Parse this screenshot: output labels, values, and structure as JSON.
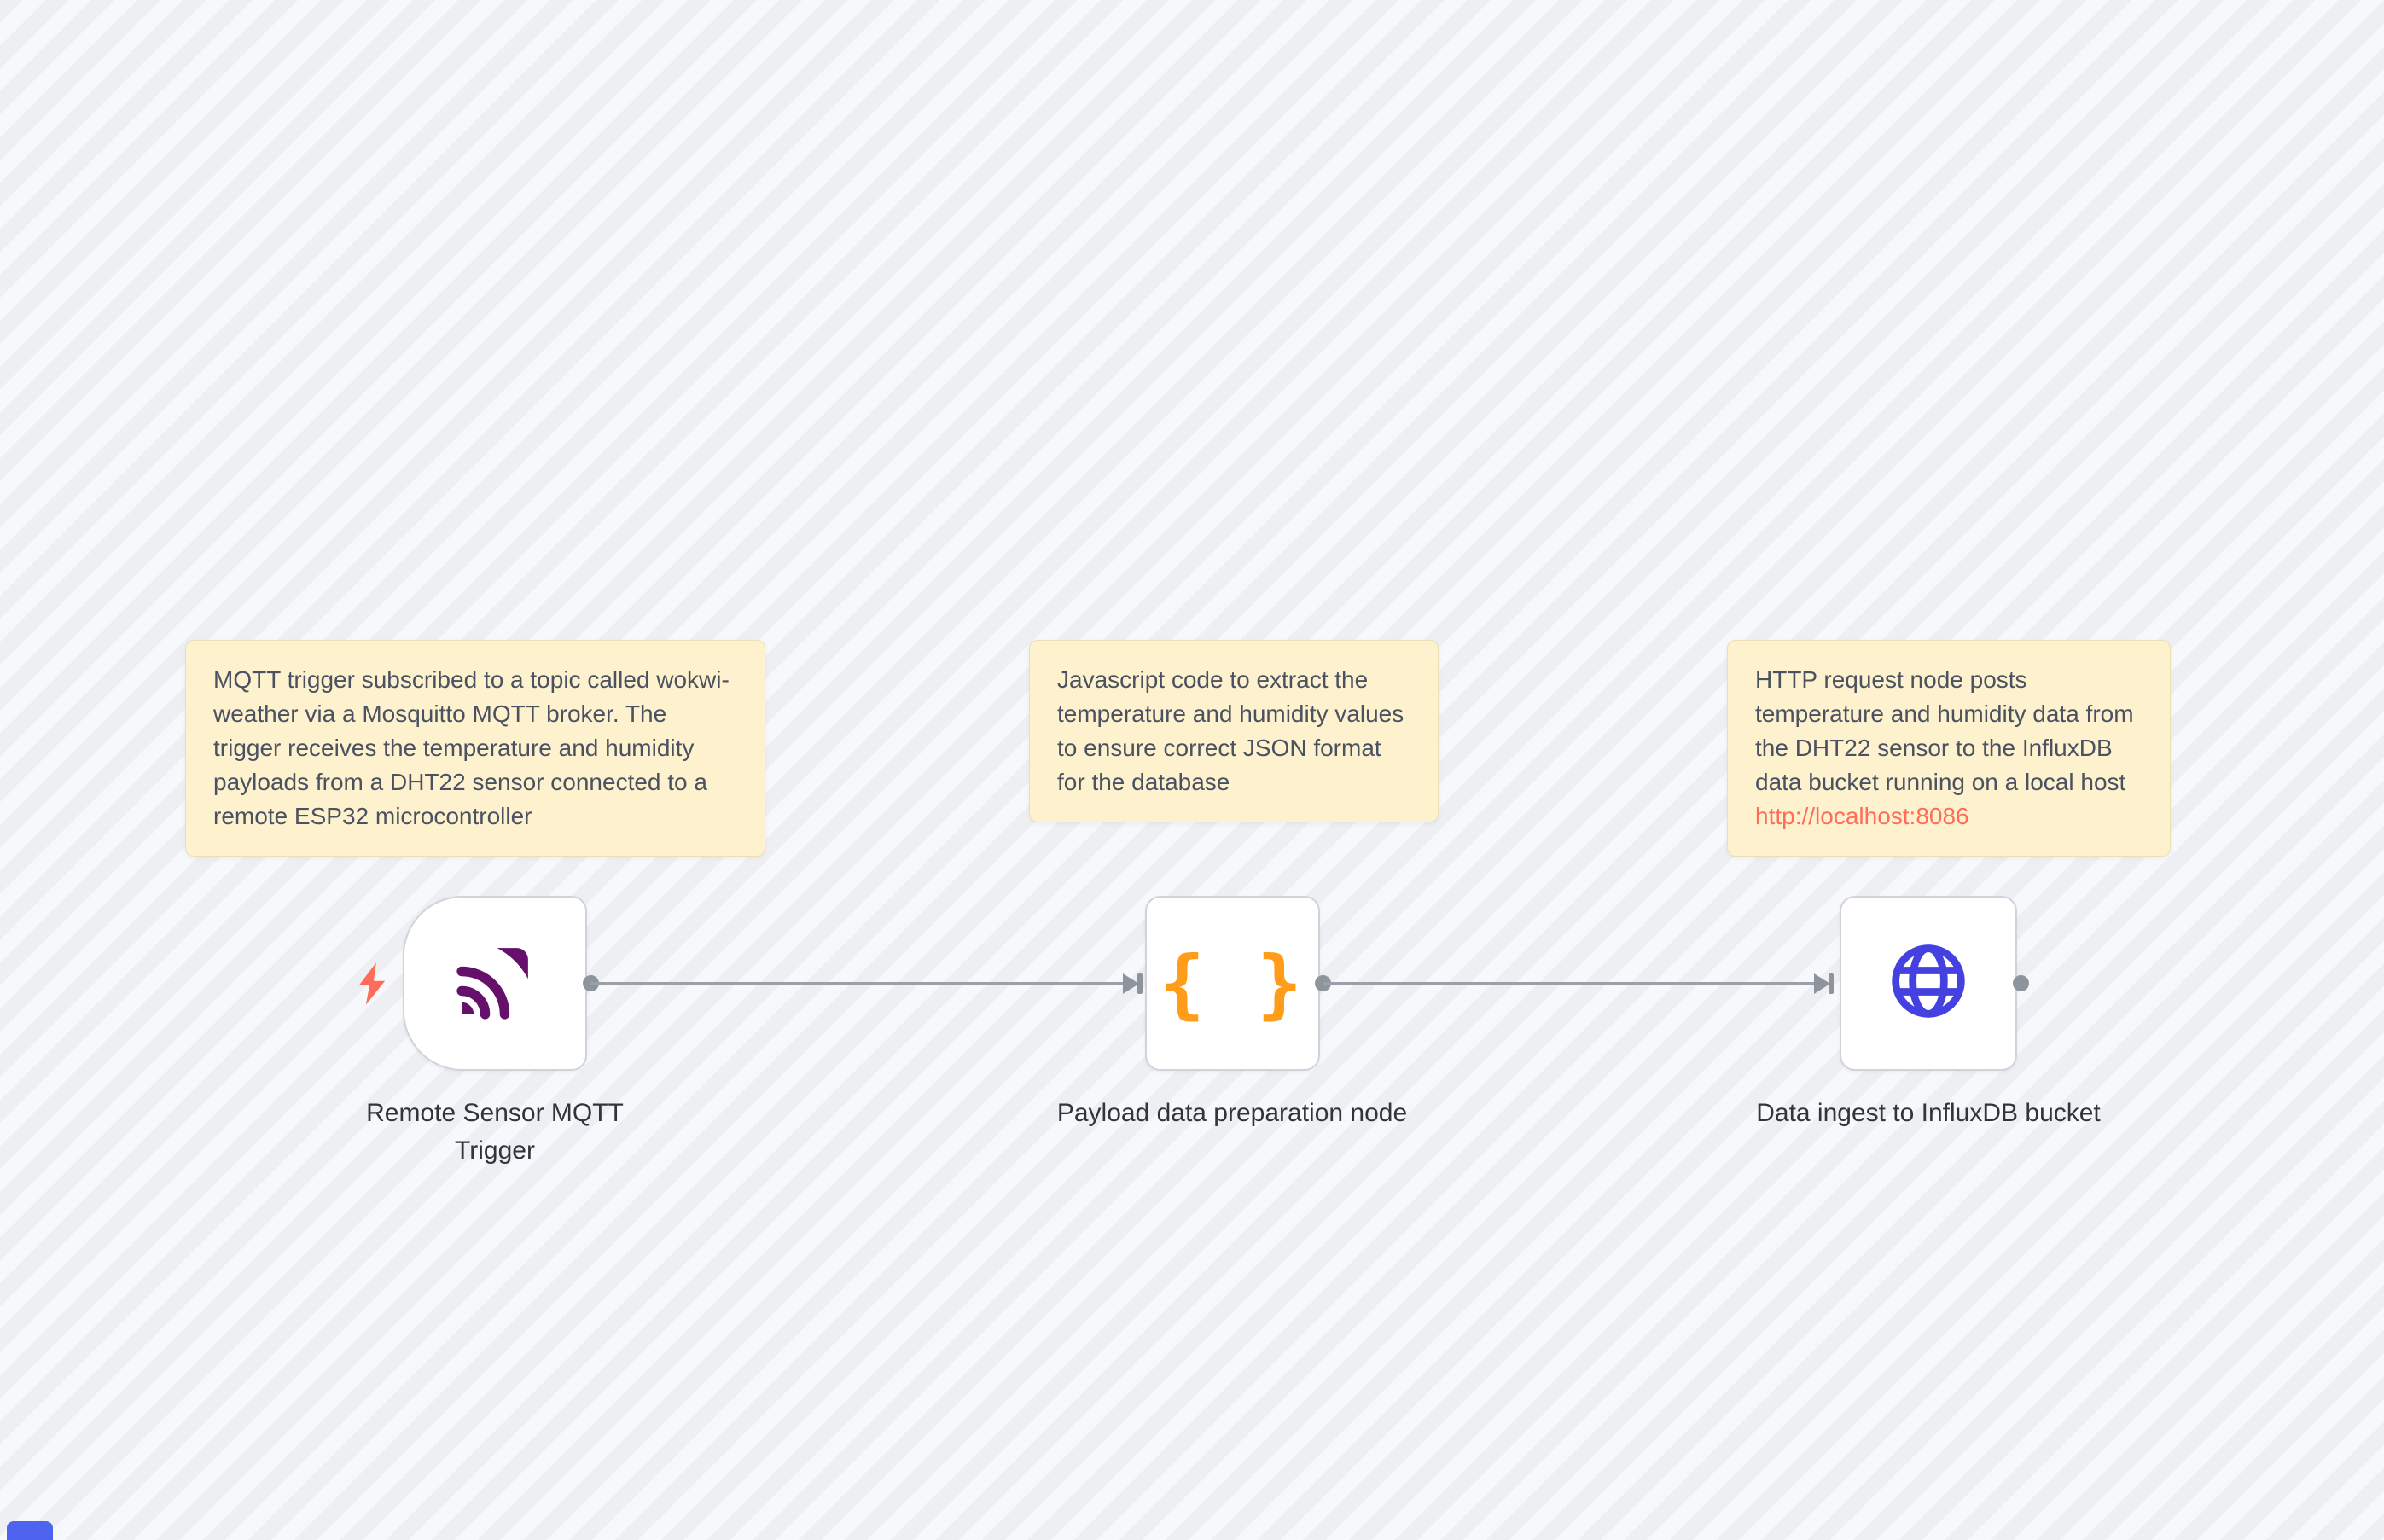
{
  "workflow": {
    "type": "n8n-style-flow-canvas"
  },
  "sticky_notes": [
    {
      "text": "MQTT trigger subscribed to a topic called wokwi-weather via a Mosquitto MQTT broker. The trigger receives the temperature and humidity payloads from a DHT22 sensor connected to a remote ESP32 microcontroller"
    },
    {
      "text": "Javascript code to extract the temperature and humidity values to ensure correct JSON format for the database"
    },
    {
      "text_before": "HTTP request node posts temperature and humidity data from the DHT22 sensor to the InfluxDB data bucket running on a local host ",
      "link": "http://localhost:8086"
    }
  ],
  "nodes": [
    {
      "label": "Remote Sensor MQTT Trigger",
      "icon": "mqtt-icon",
      "icon_color": "#65106b",
      "shape": "trigger"
    },
    {
      "label": "Payload data preparation node",
      "icon": "code-braces-icon",
      "braces": "{ }",
      "icon_color": "#ff9c1a"
    },
    {
      "label": "Data ingest to InfluxDB bucket",
      "icon": "globe-icon",
      "icon_color": "#4540e0"
    }
  ],
  "colors": {
    "sticky_background": "#fdf1ce",
    "link": "#ff6d5a",
    "connector": "#9aa0a7",
    "bolt": "#ff6d5a",
    "canvas_base": "#eef0f4"
  }
}
